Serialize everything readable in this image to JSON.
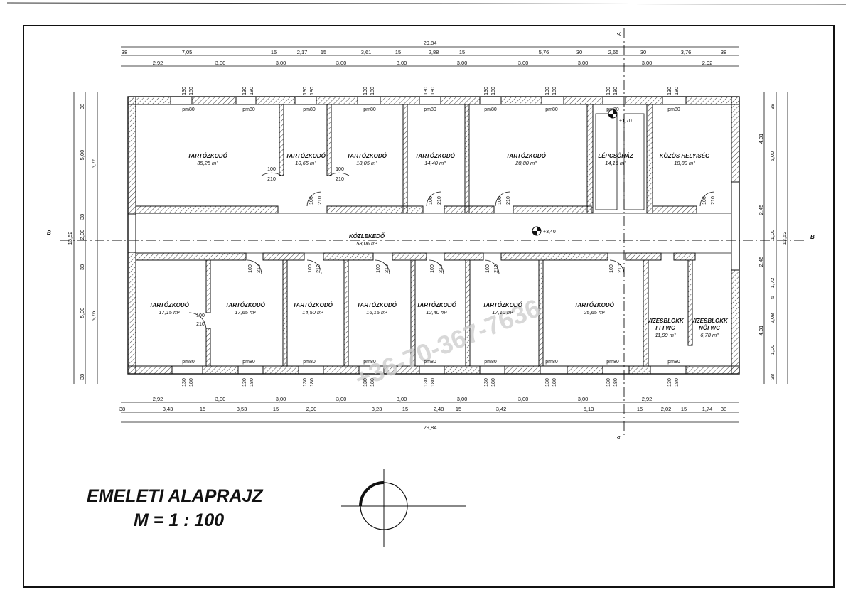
{
  "title": {
    "line1": "EMELETI ALAPRAJZ",
    "line2": "M = 1 : 100"
  },
  "watermark": "+36-70-367-7636",
  "section_labels": {
    "a_top": "A",
    "a_bottom": "A",
    "b_left": "B",
    "b_right": "B"
  },
  "levels": {
    "stair": "+1,70",
    "corridor": "+3,40"
  },
  "top_dims": {
    "overall": "29,84",
    "row1": [
      "38",
      "7,05",
      "15",
      "2,17",
      "15",
      "3,61",
      "15",
      "2,88",
      "15",
      "5,76",
      "30",
      "2,65",
      "30",
      "3,76",
      "38"
    ],
    "row2": [
      "2,92",
      "3,00",
      "3,00",
      "3,00",
      "3,00",
      "3,00",
      "3,00",
      "3,00",
      "3,00",
      "2,92"
    ]
  },
  "bottom_dims": {
    "overall": "29,84",
    "row1": [
      "2,92",
      "3,00",
      "3,00",
      "3,00",
      "3,00",
      "3,00",
      "3,00",
      "3,00",
      "2,92"
    ],
    "row2": [
      "38",
      "3,43",
      "15",
      "3,53",
      "15",
      "2,90",
      "3,23",
      "15",
      "2,48",
      "15",
      "3,42",
      "5,13",
      "15",
      "2,02",
      "15",
      "1,74",
      "38"
    ]
  },
  "left_dims": {
    "overall": "13,52",
    "parts": [
      "38",
      "5,00",
      "6,76",
      "38",
      "2,00",
      "38",
      "5,00",
      "6,76",
      "38"
    ]
  },
  "right_dims": {
    "overall": "13,52",
    "parts": [
      "38",
      "5,00",
      "4,31",
      "2,45",
      "1,00",
      "2,45",
      "1,72",
      "5",
      "2,08",
      "4,31",
      "1,00",
      "38"
    ]
  },
  "rooms": [
    {
      "name": "TARTÓZKODÓ",
      "area": "35,25 m²"
    },
    {
      "name": "TARTÓZKODÓ",
      "area": "10,65 m²"
    },
    {
      "name": "TARTÓZKODÓ",
      "area": "18,05 m²"
    },
    {
      "name": "TARTÓZKODÓ",
      "area": "14,40 m²"
    },
    {
      "name": "TARTÓZKODÓ",
      "area": "28,80 m²"
    },
    {
      "name": "LÉPCSŐHÁZ",
      "area": "14,16 m²"
    },
    {
      "name": "KÖZÖS HELYISÉG",
      "area": "18,80 m²"
    },
    {
      "name": "KÖZLEKEDŐ",
      "area": "58,06 m²"
    },
    {
      "name": "TARTÓZKODÓ",
      "area": "17,15 m²"
    },
    {
      "name": "TARTÓZKODÓ",
      "area": "17,65 m²"
    },
    {
      "name": "TARTÓZKODÓ",
      "area": "14,50 m²"
    },
    {
      "name": "TARTÓZKODÓ",
      "area": "16,15 m²"
    },
    {
      "name": "TARTÓZKODÓ",
      "area": "12,40 m²"
    },
    {
      "name": "TARTÓZKODÓ",
      "area": "17,10 m²"
    },
    {
      "name": "TARTÓZKODÓ",
      "area": "25,65 m²"
    },
    {
      "name": "VIZESBLOKK FFI WC",
      "area": "11,99 m²"
    },
    {
      "name": "VIZESBLOKK NŐI WC",
      "area": "6,78 m²"
    }
  ],
  "window_labels": {
    "sill": "pm80",
    "w1": "130",
    "w2": "180"
  },
  "door_labels": {
    "width": "100",
    "height": "210"
  }
}
